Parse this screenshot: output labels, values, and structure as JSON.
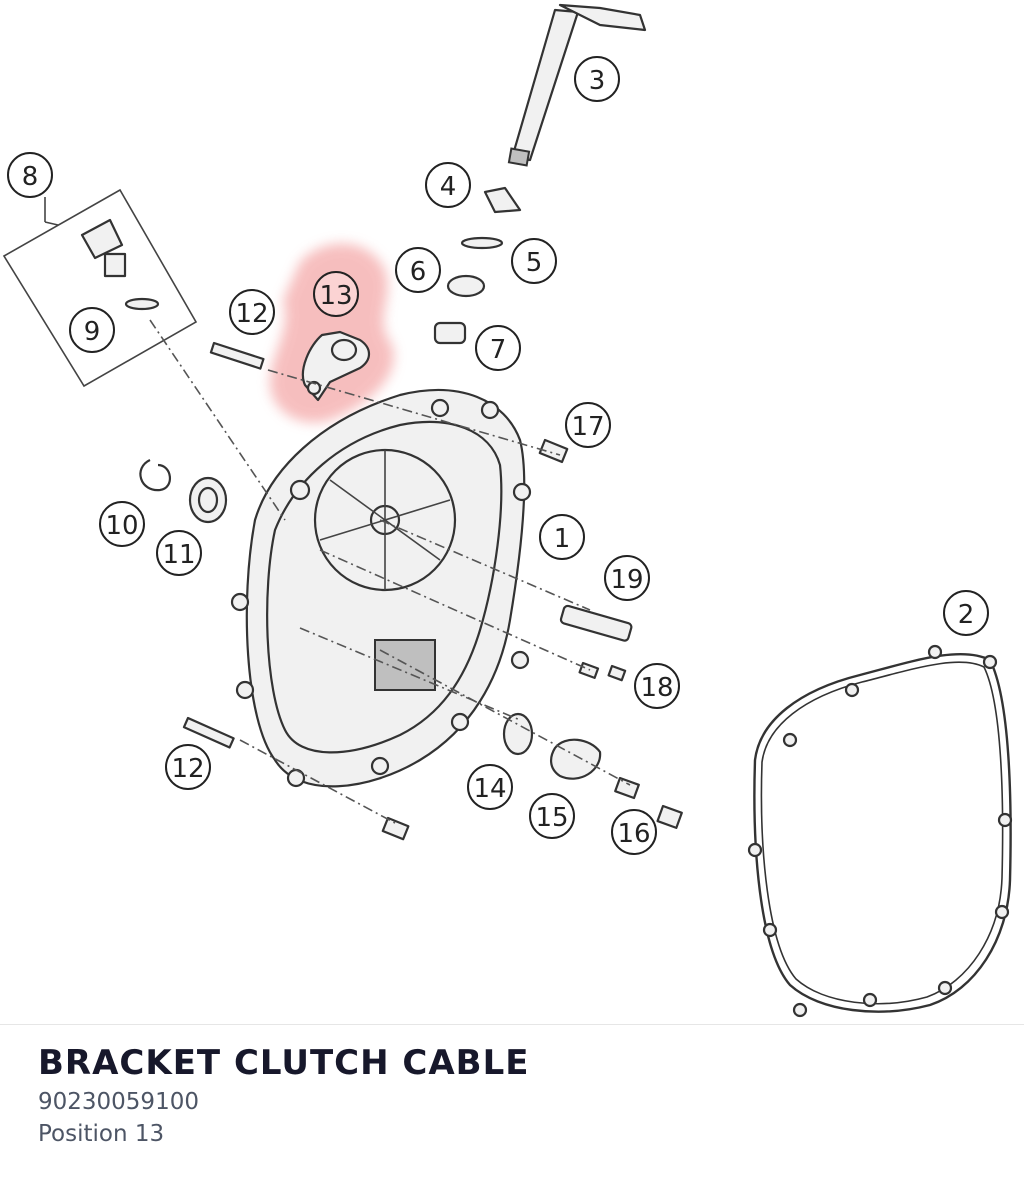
{
  "part": {
    "title": "BRACKET CLUTCH CABLE",
    "part_number": "90230059100",
    "position": "Position 13"
  },
  "colors": {
    "highlight": "#f08a8a",
    "title": "#17182b",
    "subtext": "#4d5565"
  },
  "callouts": {
    "c1": "1",
    "c2": "2",
    "c3": "3",
    "c4": "4",
    "c5": "5",
    "c6": "6",
    "c7": "7",
    "c8": "8",
    "c9": "9",
    "c10": "10",
    "c11": "11",
    "c12a": "12",
    "c12b": "12",
    "c13": "13",
    "c14": "14",
    "c15": "15",
    "c16": "16",
    "c17": "17",
    "c18": "18",
    "c19": "19"
  }
}
